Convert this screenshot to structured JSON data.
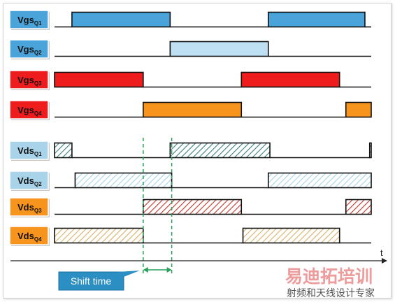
{
  "colors": {
    "q1": "#4aa3d9",
    "q2": "#bfe0f3",
    "q3": "#ee1c1c",
    "q4": "#f7941d",
    "vds_q1_hatch": "#3d7f7a",
    "vds_q2_hatch": "#a8d3e8",
    "vds_q3_hatch": "#c0392b",
    "vds_q4_hatch": "#d6b36a",
    "line": "#111111",
    "guide": "#2aa05a",
    "callout": "#2b8fc4"
  },
  "rows": [
    {
      "id": "vgs_q1",
      "main": "Vgs",
      "sub": "Q1",
      "kind": "gate",
      "color_key": "q1",
      "pulses": [
        [
          0.055,
          0.365
        ],
        [
          0.675,
          0.98
        ]
      ]
    },
    {
      "id": "vgs_q2",
      "main": "Vgs",
      "sub": "Q2",
      "kind": "gate",
      "color_key": "q2",
      "pulses": [
        [
          0.365,
          0.675
        ]
      ]
    },
    {
      "id": "vgs_q3",
      "main": "Vgs",
      "sub": "Q3",
      "kind": "gate",
      "color_key": "q3",
      "pulses": [
        [
          0.0,
          0.28
        ],
        [
          0.59,
          0.9
        ]
      ]
    },
    {
      "id": "vgs_q4",
      "main": "Vgs",
      "sub": "Q4",
      "kind": "gate",
      "color_key": "q4",
      "pulses": [
        [
          0.28,
          0.59
        ],
        [
          0.92,
          1.0
        ]
      ]
    },
    {
      "id": "vds_q1",
      "main": "Vds",
      "sub": "Q1",
      "kind": "drain",
      "color_key": "vds_q1_hatch",
      "pulses": [
        [
          0.0,
          0.055
        ],
        [
          0.365,
          0.68
        ],
        [
          0.995,
          1.0
        ]
      ]
    },
    {
      "id": "vds_q2",
      "main": "Vds",
      "sub": "Q2",
      "kind": "drain",
      "color_key": "vds_q2_hatch",
      "pulses": [
        [
          0.065,
          0.37
        ],
        [
          0.675,
          1.0
        ]
      ]
    },
    {
      "id": "vds_q3",
      "main": "Vds",
      "sub": "Q3",
      "kind": "drain",
      "color_key": "vds_q3_hatch",
      "pulses": [
        [
          0.28,
          0.59
        ],
        [
          0.92,
          1.0
        ]
      ]
    },
    {
      "id": "vds_q4",
      "main": "Vds",
      "sub": "Q4",
      "kind": "drain",
      "color_key": "vds_q4_hatch",
      "pulses": [
        [
          0.0,
          0.28
        ],
        [
          0.595,
          0.9
        ]
      ]
    }
  ],
  "label_styles": {
    "vgs_q1": {
      "fill": "#4aa3d9"
    },
    "vgs_q2": {
      "fill": "#4aa3d9"
    },
    "vgs_q3": {
      "fill": "#ee1c1c"
    },
    "vgs_q4": {
      "fill": "#ee1c1c"
    },
    "vds_q1": {
      "fill": "#a8d3e8"
    },
    "vds_q2": {
      "fill": "#a8d3e8"
    },
    "vds_q3": {
      "fill": "#f7941d"
    },
    "vds_q4": {
      "fill": "#f7941d"
    }
  },
  "time_axis": {
    "label": "t"
  },
  "shift_window": [
    0.28,
    0.37
  ],
  "callout": {
    "text": "Shift time"
  },
  "watermark": {
    "line1": "易迪拓培训",
    "line2": "射频和天线设计专家"
  }
}
